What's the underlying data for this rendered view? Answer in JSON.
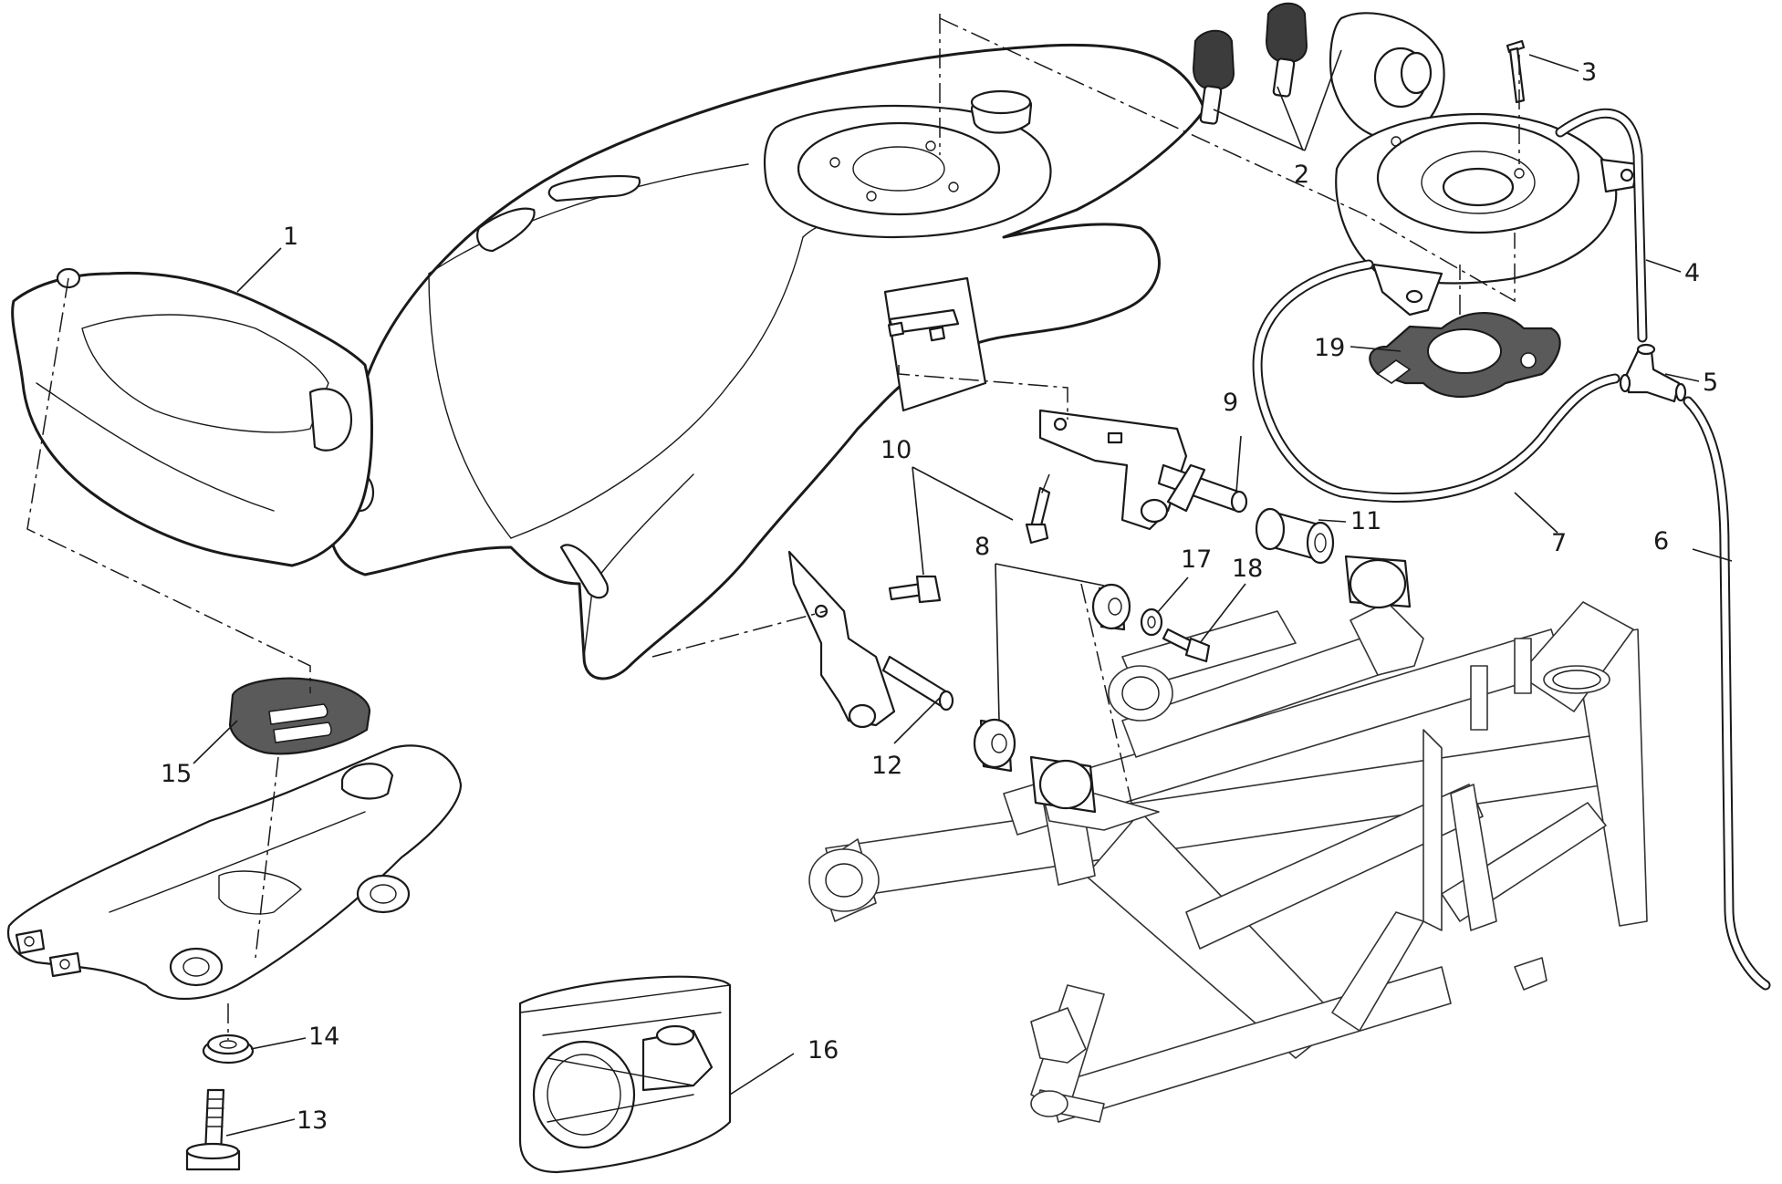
{
  "diagram": {
    "callouts": [
      {
        "id": "1",
        "label": "1"
      },
      {
        "id": "2",
        "label": "2"
      },
      {
        "id": "3",
        "label": "3"
      },
      {
        "id": "4",
        "label": "4"
      },
      {
        "id": "5",
        "label": "5"
      },
      {
        "id": "6",
        "label": "6"
      },
      {
        "id": "7",
        "label": "7"
      },
      {
        "id": "8",
        "label": "8"
      },
      {
        "id": "9",
        "label": "9"
      },
      {
        "id": "10",
        "label": "10"
      },
      {
        "id": "11",
        "label": "11"
      },
      {
        "id": "12",
        "label": "12"
      },
      {
        "id": "13",
        "label": "13"
      },
      {
        "id": "14",
        "label": "14"
      },
      {
        "id": "15",
        "label": "15"
      },
      {
        "id": "16",
        "label": "16"
      },
      {
        "id": "17",
        "label": "17"
      },
      {
        "id": "18",
        "label": "18"
      },
      {
        "id": "19",
        "label": "19"
      }
    ],
    "colors": {
      "line": "#1a1a1a",
      "shaded_part": "#5a5a5a",
      "background": "#ffffff"
    }
  }
}
